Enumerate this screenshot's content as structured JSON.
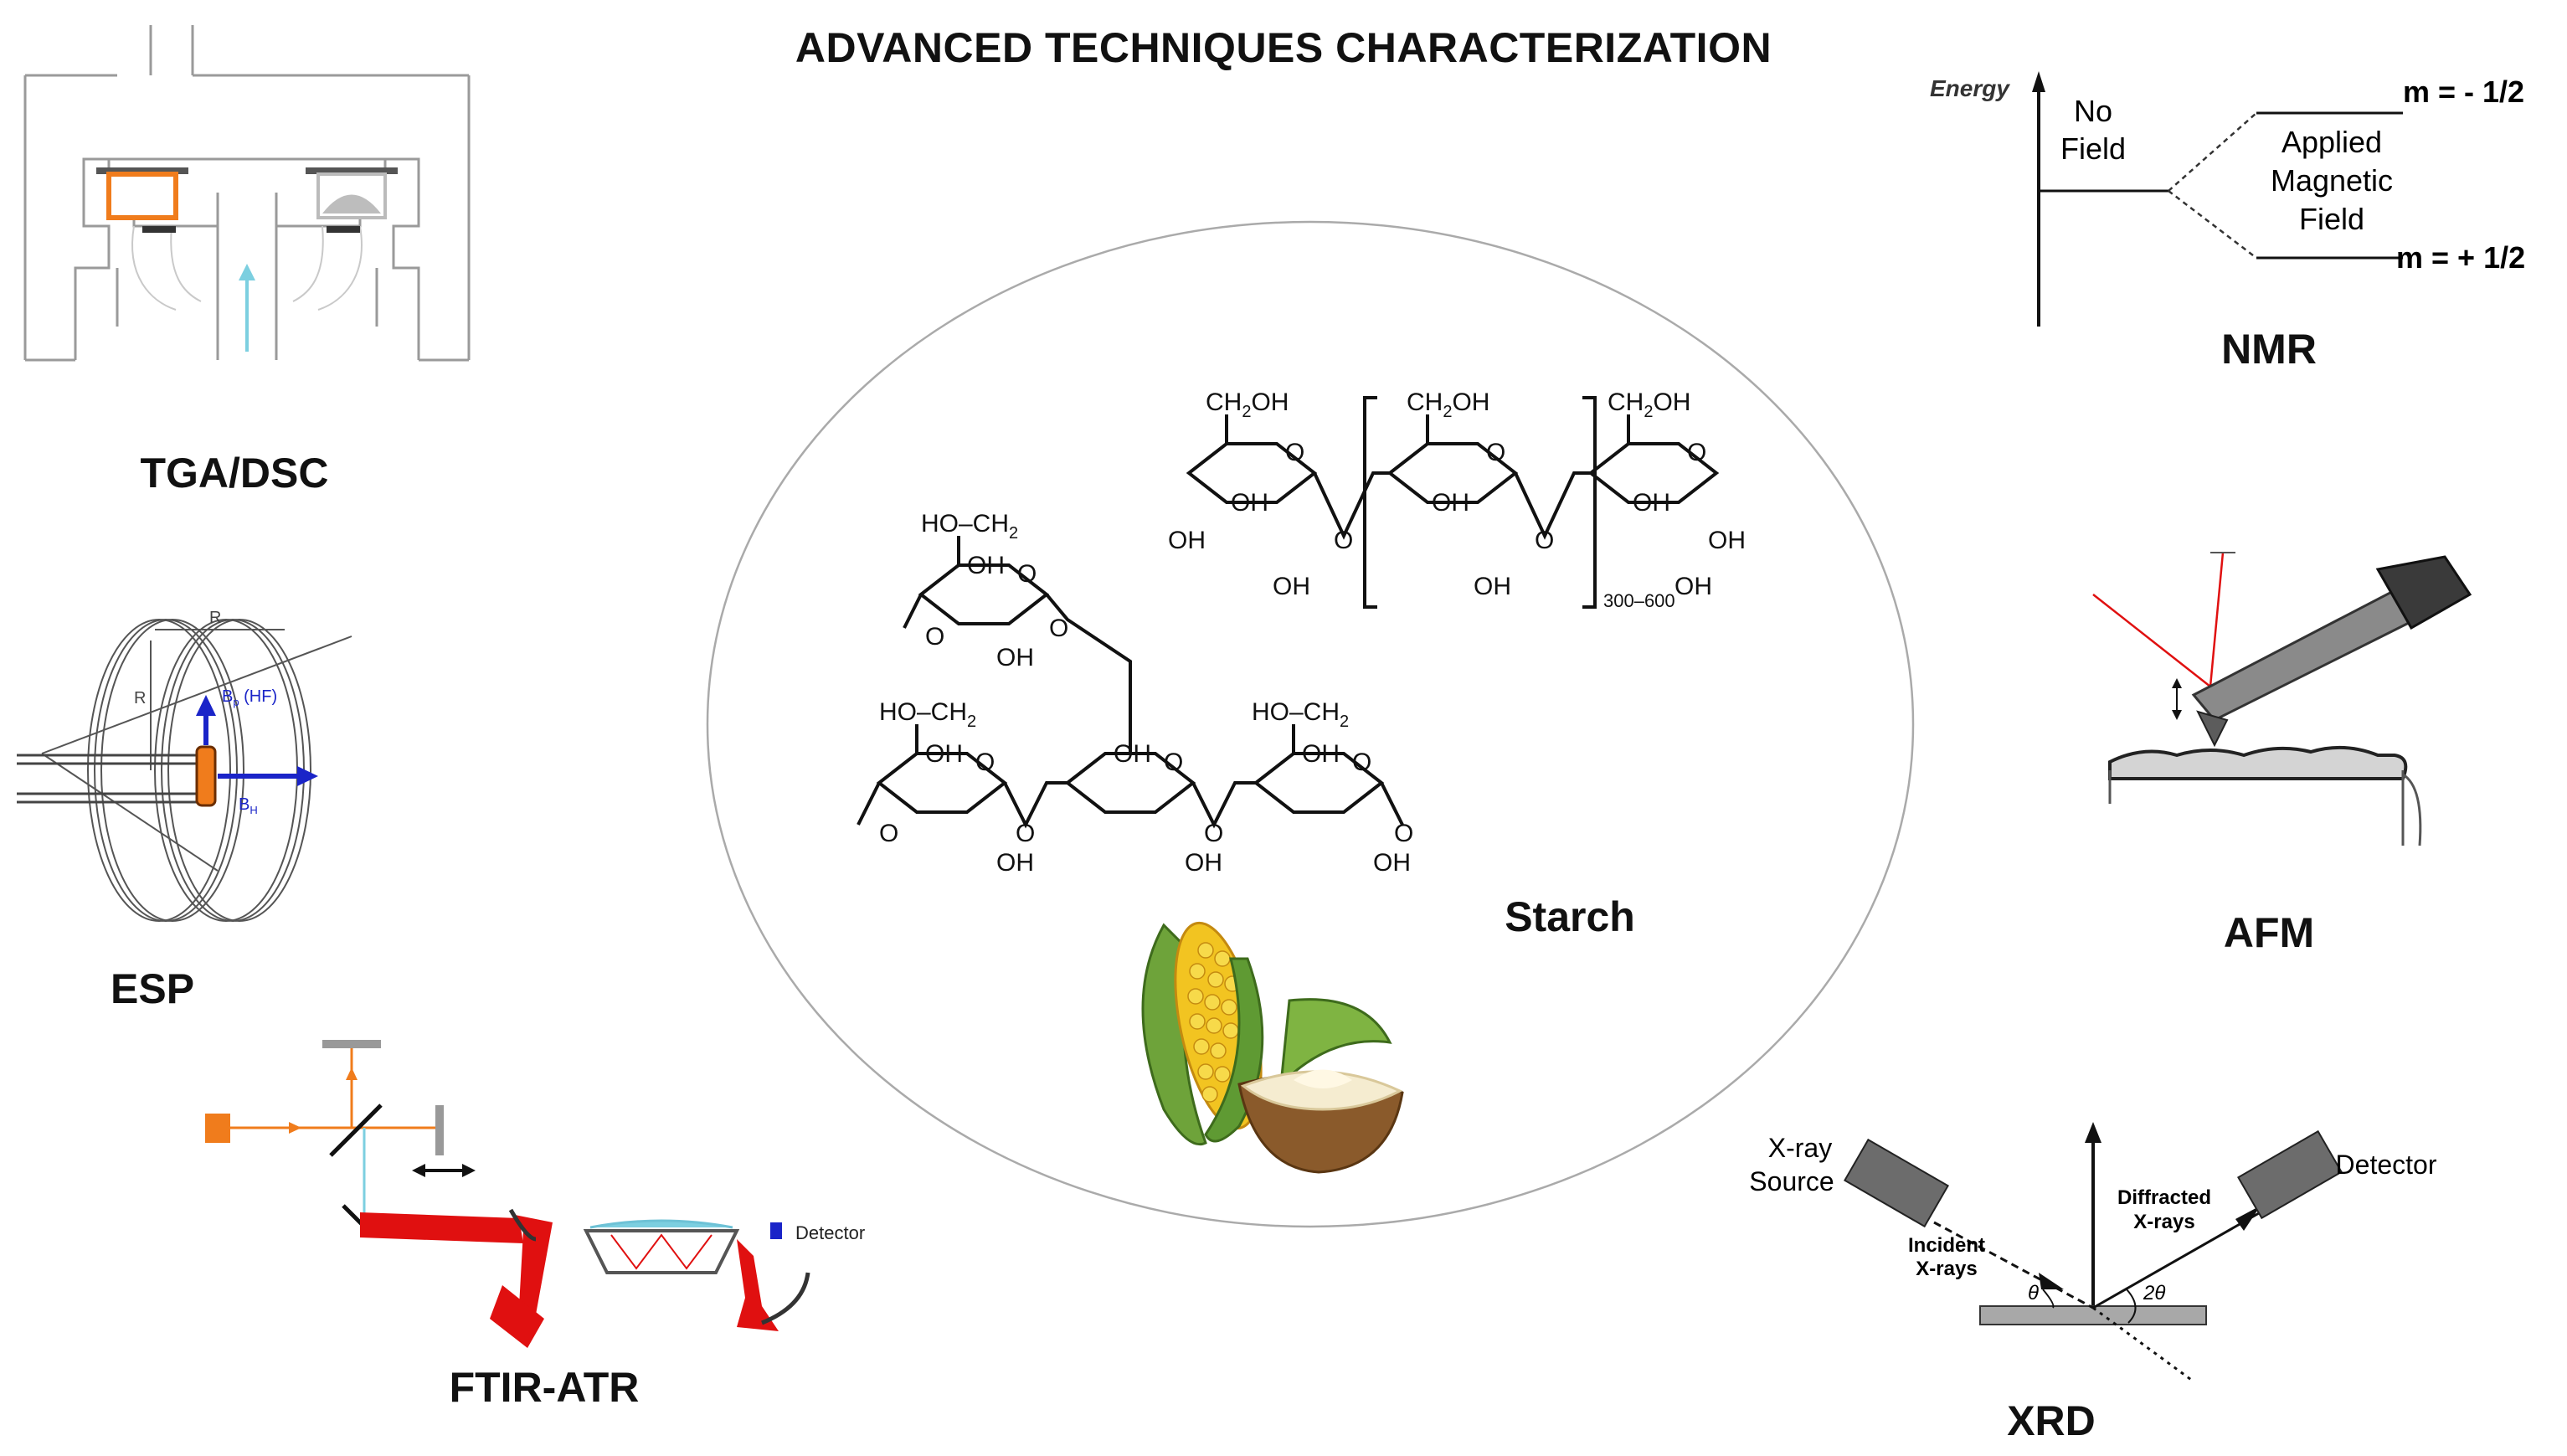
{
  "title": "ADVANCED TECHNIQUES CHARACTERIZATION",
  "labels": {
    "tga": "TGA/DSC",
    "esp": "ESP",
    "ftir": "FTIR-ATR",
    "nmr": "NMR",
    "afm": "AFM",
    "xrd": "XRD",
    "starch": "Starch"
  },
  "nmr": {
    "energy": "Energy",
    "no": "No",
    "field": "Field",
    "applied": "Applied",
    "magnetic": "Magnetic",
    "field2": "Field",
    "m_top": "m = - 1/2",
    "m_bottom": "m = + 1/2"
  },
  "esp": {
    "r_top": "R",
    "r_left": "R",
    "bp": "B",
    "bp_sub": "p",
    "bp_hf": " (HF)",
    "bh": "B",
    "bh_sub": "H"
  },
  "ftir": {
    "detector": "Detector"
  },
  "xrd": {
    "source1": "X-ray",
    "source2": "Source",
    "detector": "Detector",
    "incident1": "Incident",
    "incident2": "X-rays",
    "diffracted1": "Diffracted",
    "diffracted2": "X-rays",
    "theta": "θ",
    "two_theta": "2θ"
  },
  "starch": {
    "ch2oh": "CH",
    "ch2oh_sub": "2",
    "ch2oh_end": "OH",
    "ho_ch2": "HO–CH",
    "ho_ch2_sub": "2",
    "oh": "OH",
    "o": "O",
    "repeat": "300–600"
  },
  "colors": {
    "orange": "#f07c1c",
    "red_beam": "#e01010",
    "blue": "#1a24c8",
    "cyan": "#7ccfe0",
    "gray": "#6c6c6c"
  }
}
